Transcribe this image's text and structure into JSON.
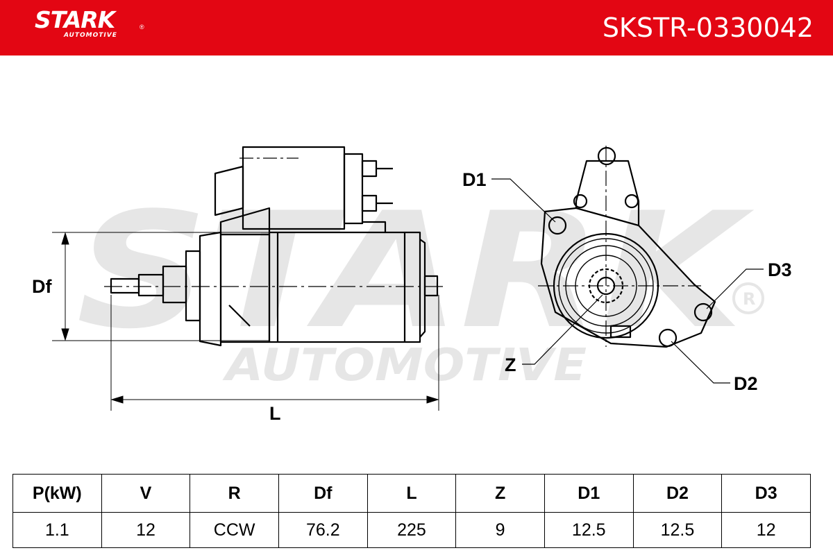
{
  "header": {
    "logo_text": "STARK",
    "logo_subtext": "AUTOMOTIVE",
    "registered_mark": "®",
    "part_number": "SKSTR-0330042"
  },
  "colors": {
    "brand_red": "#e30613",
    "watermark_gray": "#e6e6e6",
    "line_black": "#000000"
  },
  "diagram": {
    "labels": {
      "df": "Df",
      "l": "L",
      "d1": "D1",
      "d2": "D2",
      "d3": "D3",
      "z": "Z"
    }
  },
  "specs": {
    "headers": [
      "P(kW)",
      "V",
      "R",
      "Df",
      "L",
      "Z",
      "D1",
      "D2",
      "D3"
    ],
    "values": [
      "1.1",
      "12",
      "CCW",
      "76.2",
      "225",
      "9",
      "12.5",
      "12.5",
      "12"
    ]
  }
}
